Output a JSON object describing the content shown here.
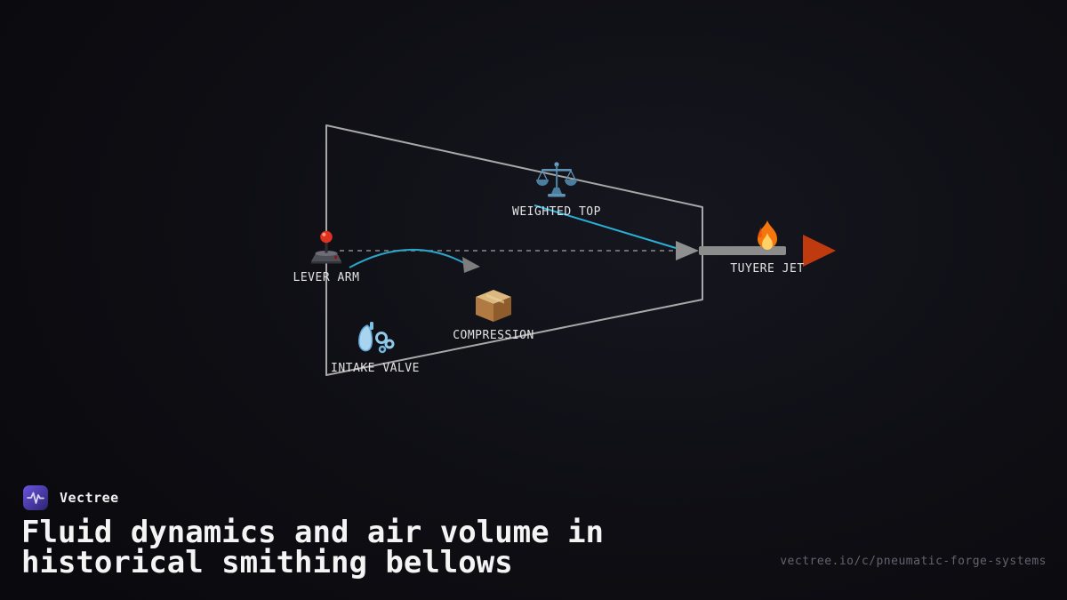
{
  "brand": {
    "name": "Vectree",
    "logo_icon": "waveform-icon",
    "logo_color": "#5a48cc"
  },
  "title": {
    "line1": "Fluid dynamics and air volume in",
    "line2": "historical smithing bellows"
  },
  "footer": {
    "url": "vectree.io/c/pneumatic-forge-systems"
  },
  "diagram": {
    "nodes": [
      {
        "id": "lever-arm",
        "label": "LEVER ARM",
        "icon": "joystick-icon"
      },
      {
        "id": "weighted-top",
        "label": "WEIGHTED TOP",
        "icon": "balance-scale-icon"
      },
      {
        "id": "intake-valve",
        "label": "INTAKE VALVE",
        "icon": "lungs-valve-icon"
      },
      {
        "id": "compression",
        "label": "COMPRESSION",
        "icon": "package-icon"
      },
      {
        "id": "tuyere-jet",
        "label": "TUYERE JET",
        "icon": "fire-icon"
      }
    ],
    "colors": {
      "flow_line": "#2ab0d6",
      "outline": "#a8a8a8",
      "dashed_line": "#8a8a8a",
      "output_arrow": "#c03a10",
      "pipe": "#8c8c8c"
    }
  }
}
